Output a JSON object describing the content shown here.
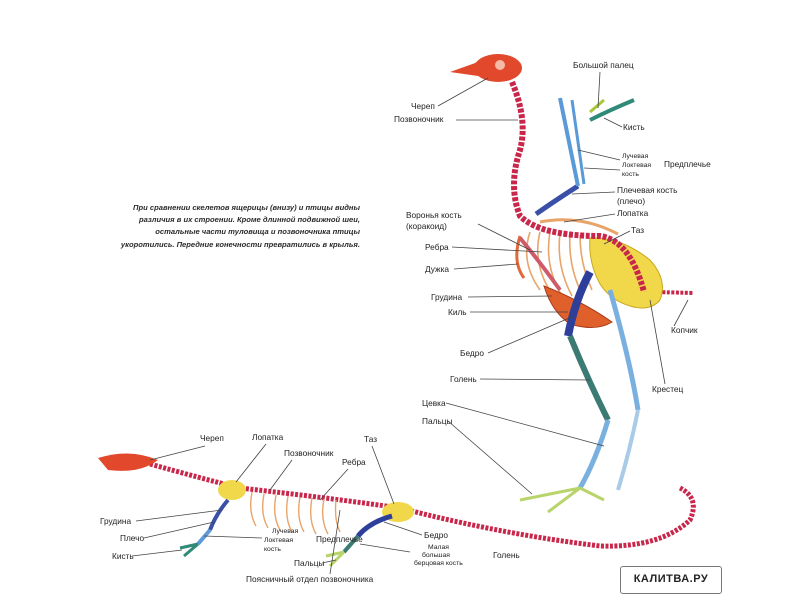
{
  "caption": "При сравнении скелетов ящерицы (внизу) и птицы видны различия в их строении. Кроме длинной подвижной шеи, остальные части туловища и позвоночника птицы укоротились. Передние конечности превратились в крылья.",
  "watermark": "КАЛИТВА.РУ",
  "colors": {
    "skull": "#e2482c",
    "spine": "#c8264a",
    "ribs": "#e9a46a",
    "pelvis": "#f0d84a",
    "humerus": "#3a4fa8",
    "forearm": "#5a9ad8",
    "hand": "#2f8a7a",
    "thumb": "#a8c83a",
    "femur": "#2d3f9a",
    "tibia": "#3c7a74",
    "tarsus": "#7ab0e0",
    "toes": "#b8d46a",
    "keel": "#e0602c",
    "furcula": "#e06a3a",
    "coracoid": "#cf5a6a"
  },
  "bird_labels": {
    "skull": "Череп",
    "spine": "Позвоночник",
    "thumb": "Большой палец",
    "hand": "Кисть",
    "radius": "Лучевая",
    "ulna": "Локтевая",
    "bone": "кость",
    "forearm": "Предплечье",
    "humerus_1": "Плечевая кость",
    "humerus_2": "(плечо)",
    "coracoid_1": "Воронья кость",
    "coracoid_2": "(коракоид)",
    "scapula": "Лопатка",
    "pelvis": "Таз",
    "ribs": "Ребра",
    "furcula": "Дужка",
    "sternum": "Грудина",
    "keel": "Киль",
    "pygostyle": "Копчик",
    "femur": "Бедро",
    "tibia": "Голень",
    "sacrum": "Крестец",
    "tarsus": "Цевка",
    "toes": "Пальцы"
  },
  "lizard_labels": {
    "skull": "Череп",
    "scapula": "Лопатка",
    "spine": "Позвоночник",
    "pelvis": "Таз",
    "ribs": "Ребра",
    "sternum": "Грудина",
    "shoulder": "Плечо",
    "hand": "Кисть",
    "radius": "Лучевая",
    "ulna": "Локтевая",
    "bone": "кость",
    "forearm": "Предплечье",
    "toes": "Пальцы",
    "lumbar": "Поясничный отдел позвоночника",
    "femur": "Бедро",
    "fibula": "Малая",
    "tibia_big": "большая",
    "tibia_bone": "берцовая кость",
    "shin": "Голень"
  }
}
